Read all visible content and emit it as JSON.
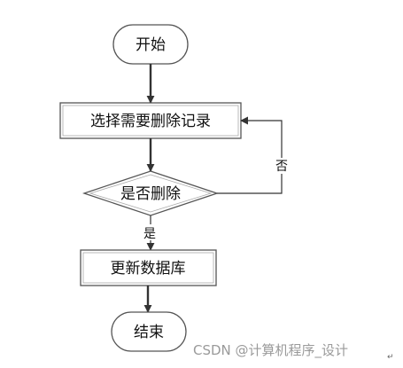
{
  "nodes": {
    "start": "开始",
    "select_record": "选择需要删除记录",
    "confirm_delete": "是否删除",
    "update_db": "更新数据库",
    "end": "结束"
  },
  "edges": {
    "yes": "是",
    "no": "否"
  },
  "watermark": "CSDN @计算机程序_设计",
  "paragraph_mark": "↵",
  "colors": {
    "stroke": "#333333",
    "fill": "#ffffff",
    "text": "#111111",
    "watermark": "#9a9a9a"
  }
}
